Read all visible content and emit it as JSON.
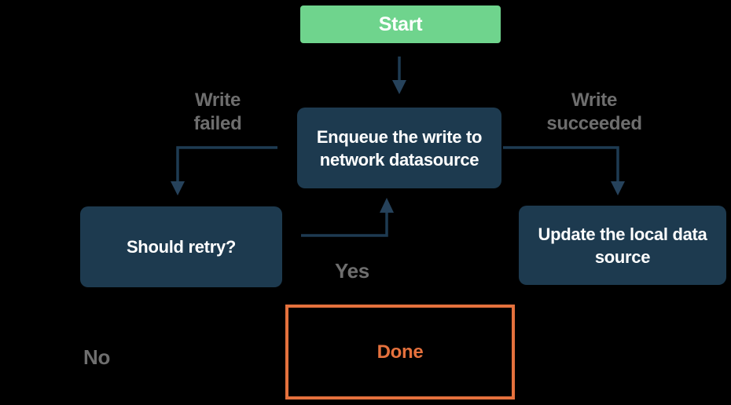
{
  "nodes": {
    "start": {
      "label": "Start"
    },
    "enqueue": {
      "label": "Enqueue the write to\nnetwork datasource"
    },
    "should_retry": {
      "label": "Should retry?"
    },
    "update_local": {
      "label": "Update the local data\nsource"
    },
    "done": {
      "label": "Done"
    }
  },
  "edges": {
    "write_failed": {
      "label": "Write\nfailed"
    },
    "write_succeeded": {
      "label": "Write\nsucceeded"
    },
    "yes": {
      "label": "Yes"
    },
    "no": {
      "label": "No"
    }
  },
  "colors": {
    "background": "#000000",
    "start_fill": "#6fd48d",
    "node_fill": "#1d3a4f",
    "node_text": "#ffffff",
    "connector_line": "#1e3b52",
    "connector_arrowhead": "#26425b",
    "edge_label_text": "#6e6e6e",
    "done_accent": "#e5713d"
  }
}
